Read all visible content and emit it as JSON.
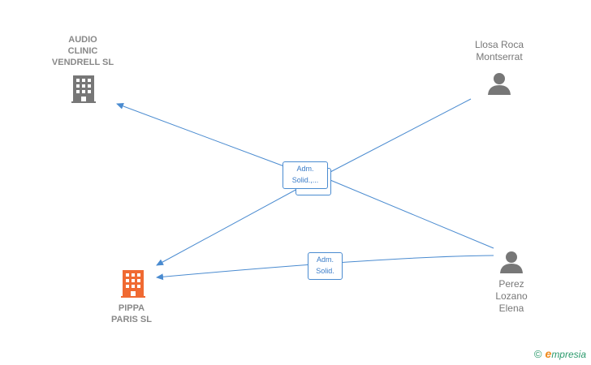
{
  "nodes": {
    "audio_clinic": {
      "lines": [
        "AUDIO",
        "CLINIC",
        "VENDRELL SL"
      ],
      "icon": "building-icon",
      "color": "#777777"
    },
    "pippa_paris": {
      "lines": [
        "PIPPA",
        "PARIS SL"
      ],
      "icon": "building-icon",
      "color": "#f06a32"
    },
    "llosa_roca": {
      "lines": [
        "Llosa Roca",
        "Montserrat"
      ],
      "icon": "person-icon",
      "color": "#777777"
    },
    "perez_lozano": {
      "lines": [
        "Perez",
        "Lozano",
        "Elena"
      ],
      "icon": "person-icon",
      "color": "#777777"
    }
  },
  "edges": {
    "center": {
      "lines": [
        "Adm.",
        "Solid.,..."
      ]
    },
    "lower": {
      "lines": [
        "Adm.",
        "Solid."
      ]
    }
  },
  "colors": {
    "edge": "#4a8bd0"
  },
  "brand": {
    "copyright": "©",
    "initial": "e",
    "rest": "mpresia"
  }
}
